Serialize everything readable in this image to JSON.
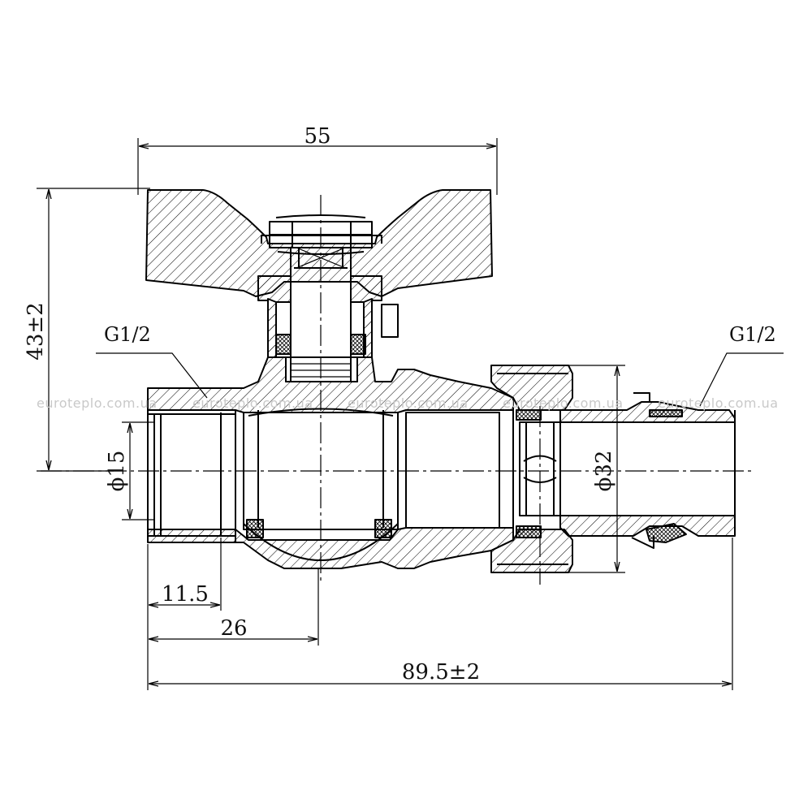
{
  "watermark": "euroteplo.com.ua",
  "dimensions": {
    "width_top": "55",
    "height_left": "43±2",
    "thread_left": "G1/2",
    "thread_right": "G1/2",
    "bore_left": "ϕ15",
    "bore_right": "ϕ32",
    "len_a": "11.5",
    "len_b": "26",
    "len_total": "89.5±2"
  }
}
